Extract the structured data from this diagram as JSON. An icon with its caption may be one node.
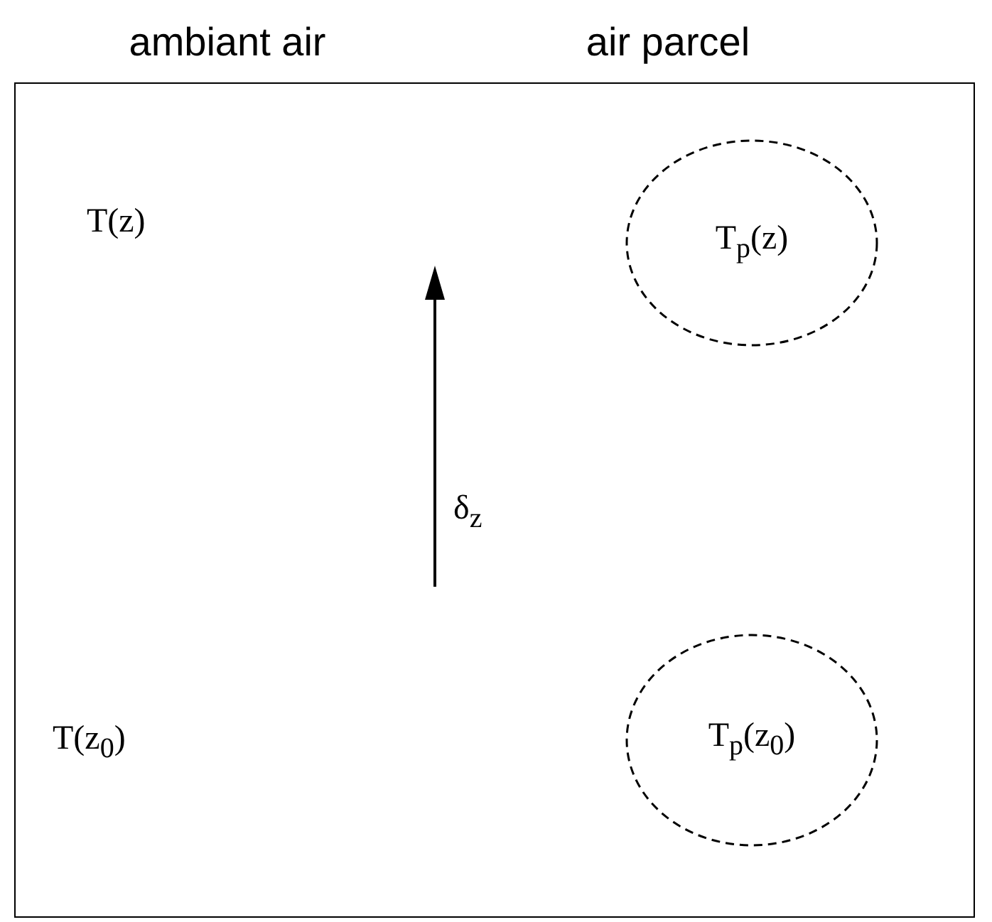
{
  "diagram": {
    "nodes": [
      {
        "text": [],
        "shape": "box"
      },
      {
        "text": [
          "T$_{p}$(z)"
        ],
        "in": 0
      },
      {
        "text": [
          "T$_{p}$(z$_{0}$)"
        ],
        "in": 0
      }
    ],
    "labels": [
      "ambiant air",
      "air parcel",
      "T(z)",
      "δ$_{z}$",
      "T(z$_{0}$)"
    ]
  }
}
